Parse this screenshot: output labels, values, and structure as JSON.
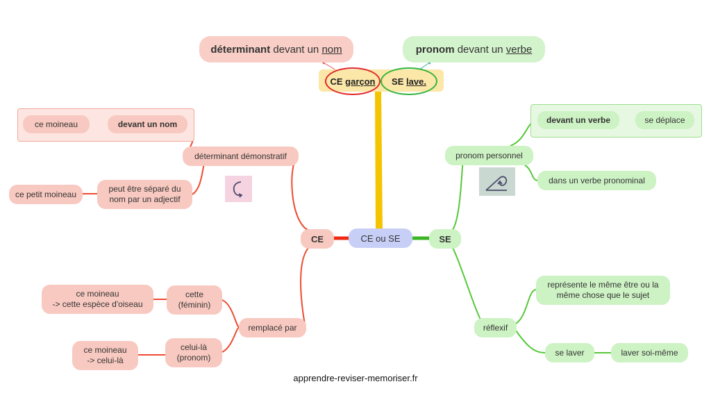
{
  "colors": {
    "red": "#ee4a2f",
    "green": "#55c83a",
    "center": "#c7cff7",
    "yellow": "#f5c400"
  },
  "center": {
    "label": "CE ou SE"
  },
  "top": {
    "det_bubble": {
      "bold": "déterminant",
      "mid": " devant un ",
      "ul": "nom"
    },
    "pron_bubble": {
      "bold": "pronom",
      "mid": " devant un ",
      "ul": "verbe"
    },
    "ce_example": {
      "a": "CE ",
      "b": "garçon"
    },
    "se_example": {
      "a": "SE ",
      "b": "lave."
    }
  },
  "left": {
    "hub": "CE",
    "det_dem": "déterminant démonstratif",
    "devant_nom": "devant un nom",
    "ce_moineau": "ce moineau",
    "peut_etre_1": "peut être séparé du",
    "peut_etre_2": "nom par un adjectif",
    "ce_petit_moineau": "ce petit moineau",
    "remplace_par": "remplacé par",
    "cette_1": "cette",
    "cette_2": "(féminin)",
    "ex_cette_1": "ce moineau",
    "ex_cette_2": "-> cette espèce d'oiseau",
    "celui_1": "celui-là",
    "celui_2": "(pronom)",
    "ex_celui_1": "ce moineau",
    "ex_celui_2": "-> celui-là",
    "icon": "curved-arrow-icon"
  },
  "right": {
    "hub": "SE",
    "pron_perso": "pronom personnel",
    "devant_verbe": "devant un verbe",
    "se_deplace": "se déplace",
    "verbe_pronominal": "dans un verbe pronominal",
    "reflexif": "réflexif",
    "represente_1": "représente le même être ou la",
    "represente_2": "même chose que le sujet",
    "se_laver": "se laver",
    "laver_soi": "laver soi-même",
    "icon": "loop-arrow-icon"
  },
  "footer": "apprendre-reviser-memoriser.fr"
}
